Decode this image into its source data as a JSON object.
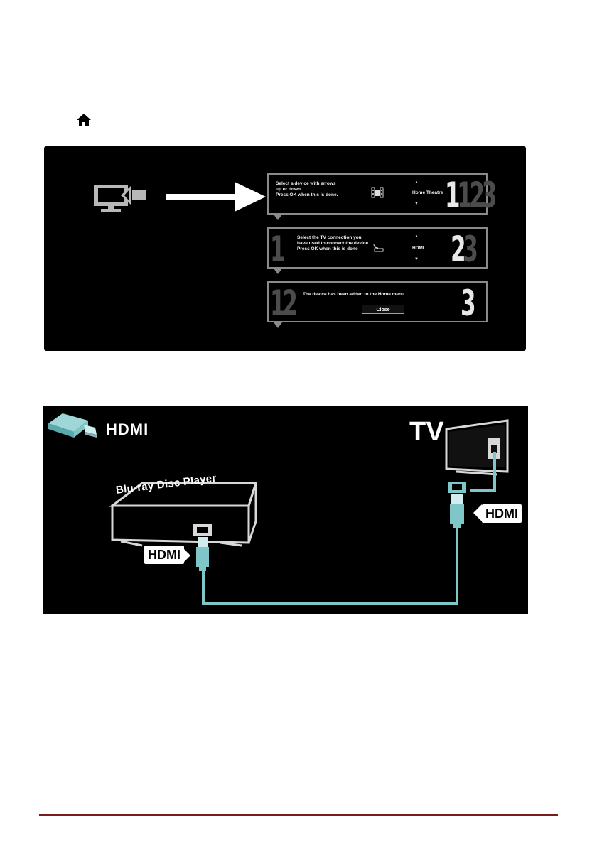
{
  "wizard": {
    "step1": {
      "text_line1": "Select a device with arrows",
      "text_line2": "up or down.",
      "text_line3": "Press OK when this is done.",
      "value": "Home Theatre",
      "steps_right": "123"
    },
    "step2": {
      "steps_left": "1",
      "text_line1": "Select the TV connection you",
      "text_line2": "have used to connect the device.",
      "text_line3": "Press OK when this is done",
      "value": "HDMI",
      "steps_right": "23"
    },
    "step3": {
      "steps_left": "12",
      "text": "The device has been added to the Home menu.",
      "close_label": "Close",
      "steps_right": "3"
    }
  },
  "connection_diagram": {
    "title": "HDMI",
    "tv_label": "TV",
    "player_label": "Blu-ray Disc Player",
    "connector_left_label": "HDMI",
    "connector_right_label": "HDMI"
  },
  "colors": {
    "cable": "#7fc6c8",
    "footer_rule": "#7b1b1b"
  }
}
